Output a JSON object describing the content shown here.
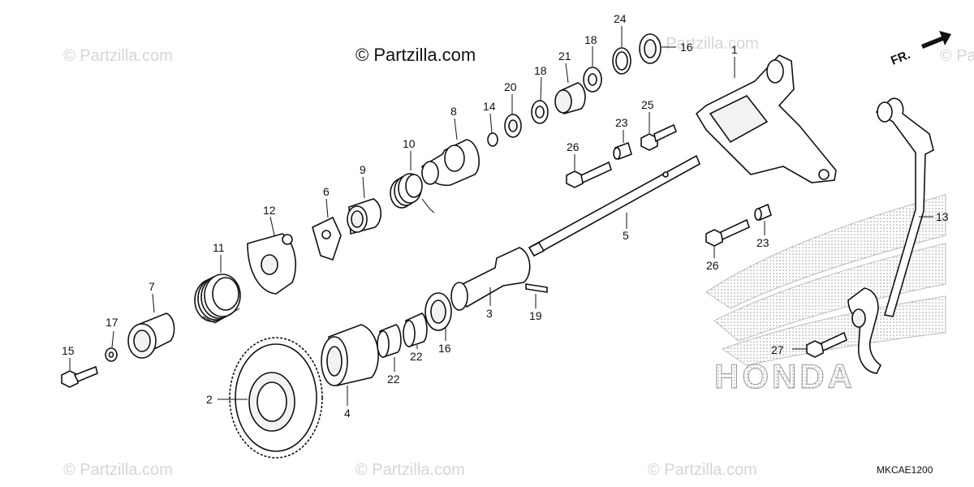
{
  "watermarks": {
    "copyright_main": "© Partzilla.com",
    "faded": "© Partzilla.com"
  },
  "diagram_code": "MKCAE1200",
  "direction_label": "FR.",
  "brand_watermark": "HONDA",
  "callouts": {
    "p1": "1",
    "p2": "2",
    "p3": "3",
    "p4": "4",
    "p5": "5",
    "p6": "6",
    "p7": "7",
    "p8": "8",
    "p9": "9",
    "p10": "10",
    "p11": "11",
    "p12": "12",
    "p13": "13",
    "p14": "14",
    "p15": "15",
    "p16a": "16",
    "p16b": "16",
    "p17": "17",
    "p18a": "18",
    "p18b": "18",
    "p19": "19",
    "p20": "20",
    "p21": "21",
    "p22a": "22",
    "p22b": "22",
    "p23a": "23",
    "p23b": "23",
    "p24": "24",
    "p25": "25",
    "p26a": "26",
    "p26b": "26",
    "p27": "27"
  }
}
